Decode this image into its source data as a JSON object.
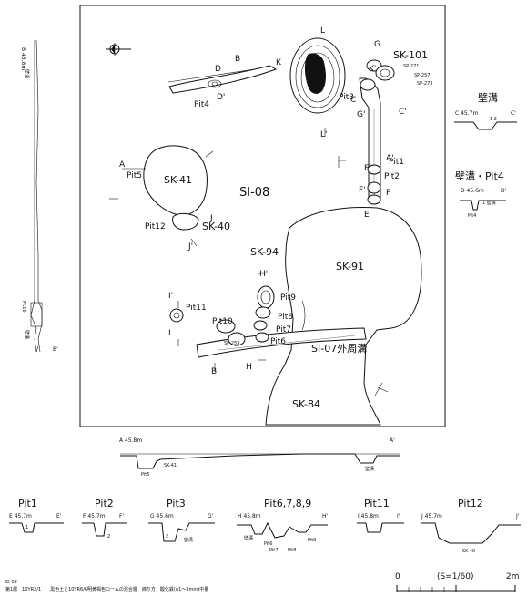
{
  "plan": {
    "main_feature": "SI-08",
    "features": [
      "SK-101",
      "SK-41",
      "SK-40",
      "SK-94",
      "SK-91",
      "SK-84",
      "SI-07外周溝"
    ],
    "pits": [
      "Pit1",
      "Pit2",
      "Pit3",
      "Pit4",
      "Pit5",
      "Pit6",
      "Pit7",
      "Pit8",
      "Pit9",
      "Pit10",
      "Pit11",
      "Pit12"
    ],
    "sp_labels": [
      "SP-271",
      "SP-257",
      "SP-273",
      "SP-253"
    ],
    "section_letters": [
      "A",
      "A'",
      "B",
      "B'",
      "C",
      "C'",
      "D",
      "D'",
      "E",
      "E'",
      "F",
      "F'",
      "G",
      "G'",
      "H",
      "H'",
      "I",
      "I'",
      "J",
      "J'",
      "K",
      "K'",
      "L",
      "L'"
    ]
  },
  "left_section": {
    "top_label": "B 45.8m",
    "bottom_label": "B'",
    "wall_text_top": "壁溝",
    "wall_text_bottom": "壁溝",
    "pit_label": "Pit10"
  },
  "right_sections": {
    "wall_ditch": {
      "title": "壁溝",
      "left": "C 45.7m",
      "right": "C'",
      "nums": "1 2"
    },
    "wall_ditch_pit4": {
      "title": "壁溝・Pit4",
      "left": "D 45.6m",
      "right": "D'",
      "note": "1 壁溝",
      "pit": "Pit4"
    }
  },
  "section_a": {
    "left": "A 45.8m",
    "right": "A'",
    "notes": [
      "Pit5",
      "SK-41",
      "壁溝"
    ]
  },
  "pit_sections": [
    {
      "title": "Pit1",
      "left": "E 45.7m",
      "right": "E'",
      "nums": "1"
    },
    {
      "title": "Pit2",
      "left": "F 45.7m",
      "right": "F'",
      "nums": "2"
    },
    {
      "title": "Pit3",
      "left": "G 45.6m",
      "right": "G'",
      "nums": "2",
      "note": "壁溝"
    },
    {
      "title": "Pit6,7,8,9",
      "left": "H 45.8m",
      "right": "H'",
      "notes": [
        "壁溝",
        "Pit6",
        "Pit7",
        "Pit8",
        "Pit9"
      ]
    },
    {
      "title": "Pit11",
      "left": "I 45.8m",
      "right": "I'"
    },
    {
      "title": "Pit12",
      "left": "J 45.7m",
      "right": "J'",
      "note": "SK-40"
    }
  ],
  "scale": {
    "label": "(S=1/60)",
    "start": "0",
    "end": "2m"
  },
  "footer": {
    "line1": "SI-08",
    "line2": "第1層　10YR2/1　　黒色土と10YR6/6明黄褐色ロームの混合層　締り方　酸化鉄(φ1～3mm)中量"
  }
}
